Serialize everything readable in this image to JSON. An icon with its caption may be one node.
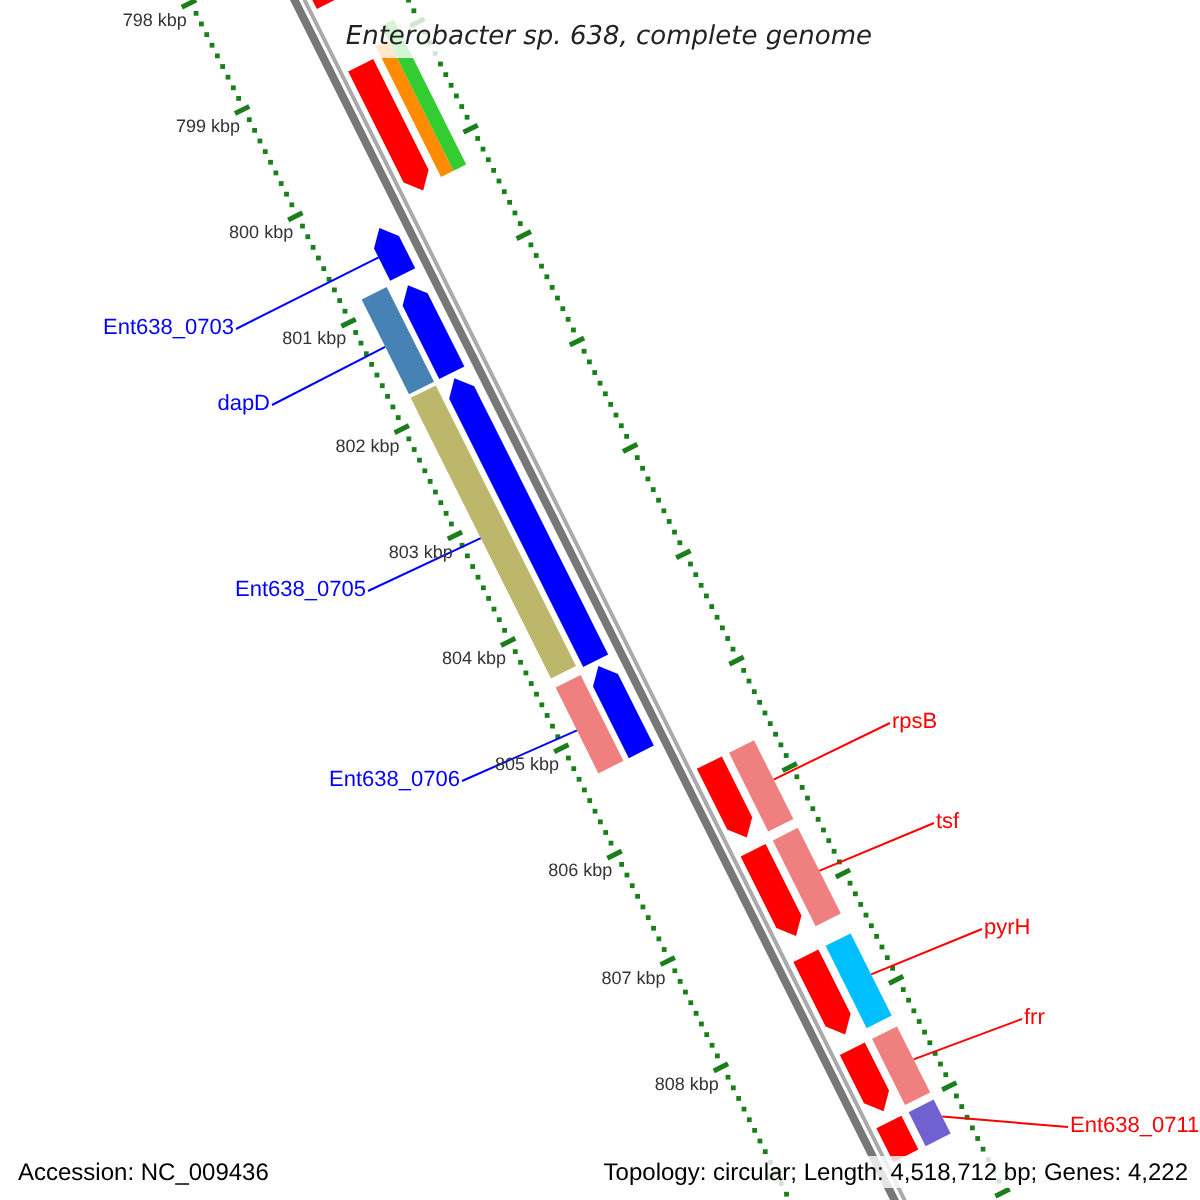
{
  "diagram": {
    "title": "Enterobacter sp. 638, complete genome",
    "nodes": [
      {
        "text": [
          "Ent638_0703"
        ]
      },
      {
        "text": [
          "dapD"
        ]
      },
      {
        "text": [
          "Ent638_0705"
        ]
      },
      {
        "text": [
          "Ent638_0706"
        ]
      },
      {
        "text": [
          "rpsB"
        ]
      },
      {
        "text": [
          "tsf"
        ]
      },
      {
        "text": [
          "pyrH"
        ]
      },
      {
        "text": [
          "frr"
        ]
      },
      {
        "text": [
          "Ent638_0711"
        ]
      },
      {
        "text": [],
        "shape": "arrow"
      },
      {
        "text": [],
        "shape": "bar"
      },
      {
        "text": [],
        "shape": "bar"
      },
      {
        "text": [],
        "shape": "bar"
      },
      {
        "text": [],
        "shape": "bar"
      },
      {
        "text": [],
        "shape": "bar"
      },
      {
        "text": [],
        "shape": "bar"
      },
      {
        "text": [],
        "shape": "bar"
      },
      {
        "text": [],
        "shape": "bar"
      }
    ],
    "edges": [
      {
        "from": 0,
        "to": 9,
        "arrow": "none",
        "color": "#0000ff"
      },
      {
        "from": 1,
        "to": 10,
        "arrow": "none",
        "color": "#0000ff"
      },
      {
        "from": 2,
        "to": 11,
        "arrow": "none",
        "color": "#0000ff"
      },
      {
        "from": 3,
        "to": 12,
        "arrow": "none",
        "color": "#0000ff"
      },
      {
        "from": 4,
        "to": 13,
        "arrow": "none"
      },
      {
        "from": 5,
        "to": 14,
        "arrow": "none"
      },
      {
        "from": 6,
        "to": 15,
        "arrow": "none"
      },
      {
        "from": 7,
        "to": 16,
        "arrow": "none"
      },
      {
        "from": 8,
        "to": 17,
        "arrow": "none"
      }
    ],
    "labels": [
      "798 kbp",
      "799 kbp",
      "800 kbp",
      "801 kbp",
      "802 kbp",
      "803 kbp",
      "804 kbp",
      "805 kbp",
      "806 kbp",
      "807 kbp",
      "808 kbp",
      "Accession: NC_009436",
      "Topology: circular; Length: 4,518,712 bp; Genes: 4,222"
    ]
  }
}
